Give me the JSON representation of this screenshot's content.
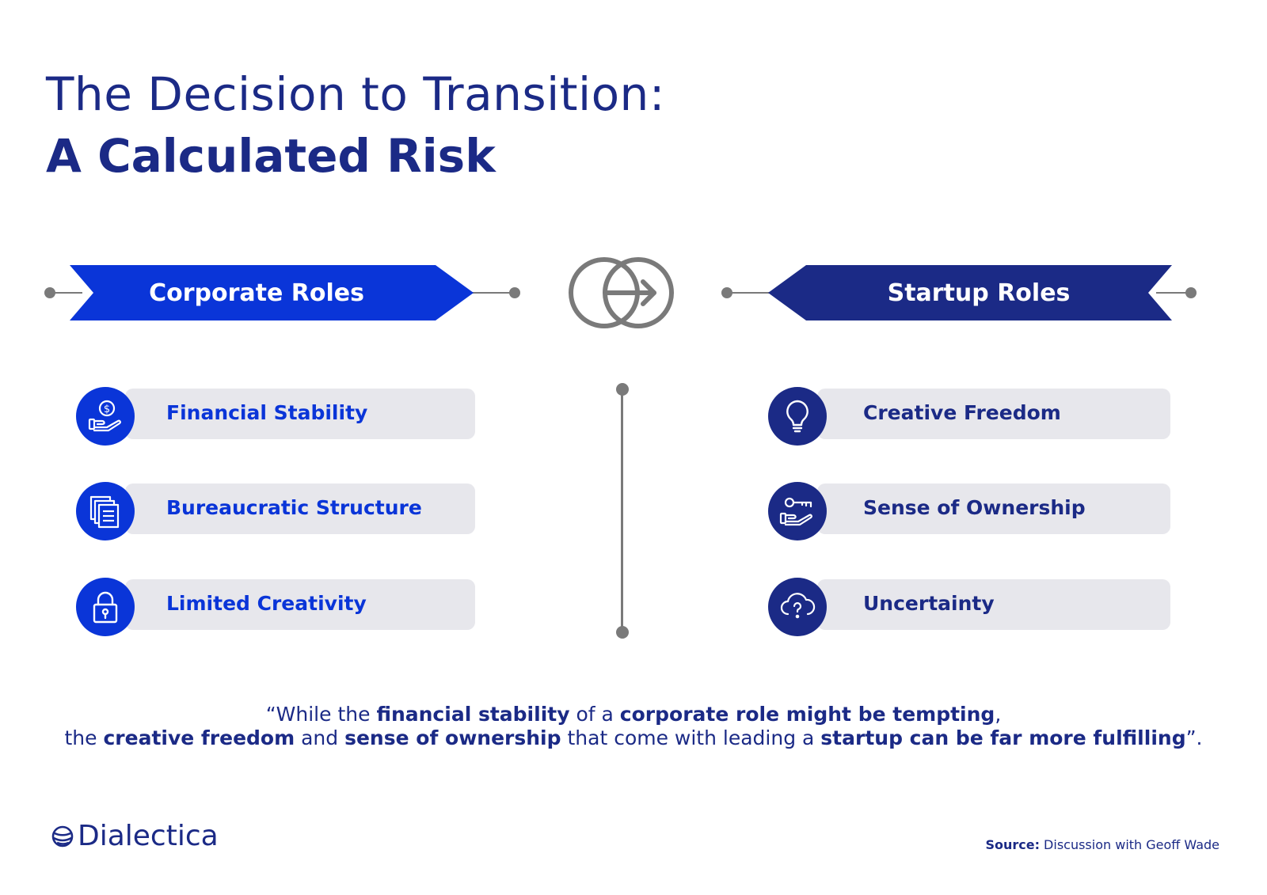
{
  "title": {
    "line1": "The Decision to Transition:",
    "line2": "A Calculated Risk"
  },
  "corporate": {
    "heading": "Corporate Roles",
    "items": [
      {
        "label": "Financial Stability",
        "icon": "money-hand-icon"
      },
      {
        "label": "Bureaucratic Structure",
        "icon": "documents-stack-icon"
      },
      {
        "label": "Limited Creativity",
        "icon": "padlock-icon"
      }
    ]
  },
  "startup": {
    "heading": "Startup Roles",
    "items": [
      {
        "label": "Creative Freedom",
        "icon": "lightbulb-icon"
      },
      {
        "label": "Sense of Ownership",
        "icon": "key-hand-icon"
      },
      {
        "label": "Uncertainty",
        "icon": "cloud-question-icon"
      }
    ]
  },
  "center_icon": "transition-arrow-icon",
  "quote": {
    "l1_a": "“While the ",
    "l1_b": "financial stability",
    "l1_c": " of a ",
    "l1_d": "corporate role might be tempting",
    "l1_e": ",",
    "l2_a": "the ",
    "l2_b": "creative freedom",
    "l2_c": " and ",
    "l2_d": "sense of ownership",
    "l2_e": " that come with leading a ",
    "l2_f": "startup can be far more fulfilling",
    "l2_g": "”."
  },
  "logo": {
    "text": "Dialectica",
    "icon": "globe-icon"
  },
  "source": {
    "label": "Source:",
    "text": " Discussion with Geoff Wade"
  },
  "colors": {
    "corporate_blue": "#0a35d8",
    "startup_navy": "#1b2a86",
    "connector_gray": "#7a7a7a",
    "pill_gray": "#e7e7ec"
  }
}
